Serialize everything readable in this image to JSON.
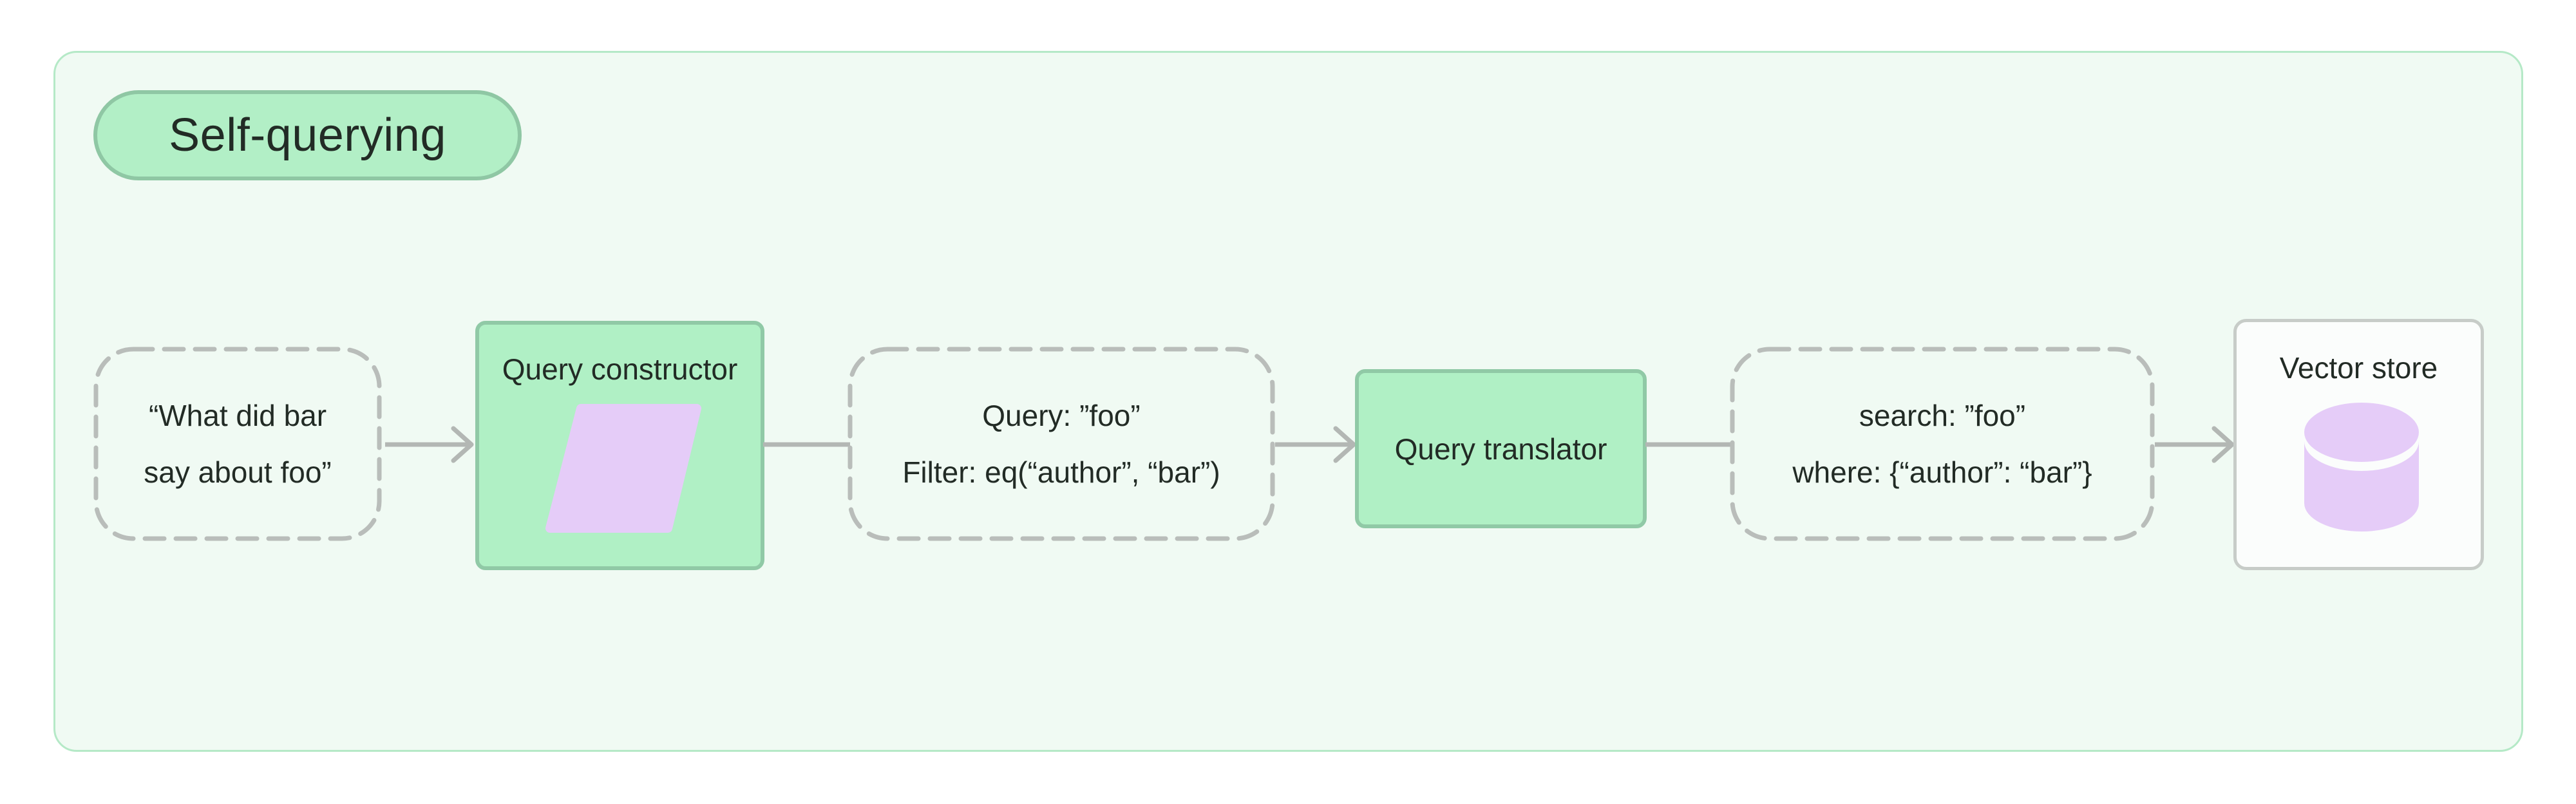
{
  "badge": {
    "label": "Self-querying"
  },
  "nodes": {
    "user_query": {
      "line1": "“What did bar",
      "line2": "say about foo”"
    },
    "query_constructor": {
      "label": "Query constructor"
    },
    "constructed_query": {
      "line1": "Query: ”foo”",
      "line2": "Filter: eq(“author”, “bar”)"
    },
    "query_translator": {
      "label": "Query translator"
    },
    "translated_query": {
      "line1": "search: ”foo”",
      "line2": "where: {“author”: “bar”}"
    },
    "vector_store": {
      "label": "Vector store"
    }
  },
  "icons": {
    "query_constructor_icon": "parallelogram-icon",
    "vector_store_icon": "database-cylinder-icon",
    "connector_head": "arrowhead-icon"
  },
  "colors": {
    "page_bg": "#ffffff",
    "panel_bg": "#f0faf3",
    "panel_border": "#b5e9c7",
    "badge_fill": "#b2efc6",
    "badge_border": "#8fc7a4",
    "green_fill": "#b0f0c5",
    "green_border": "#90c9a6",
    "dash_border": "#b9bdba",
    "arrow": "#b3b7b4",
    "purple": "#e5ccf8",
    "store_bg": "#fbfdfc",
    "store_border": "#c7ccc8",
    "text": "#222b25"
  }
}
